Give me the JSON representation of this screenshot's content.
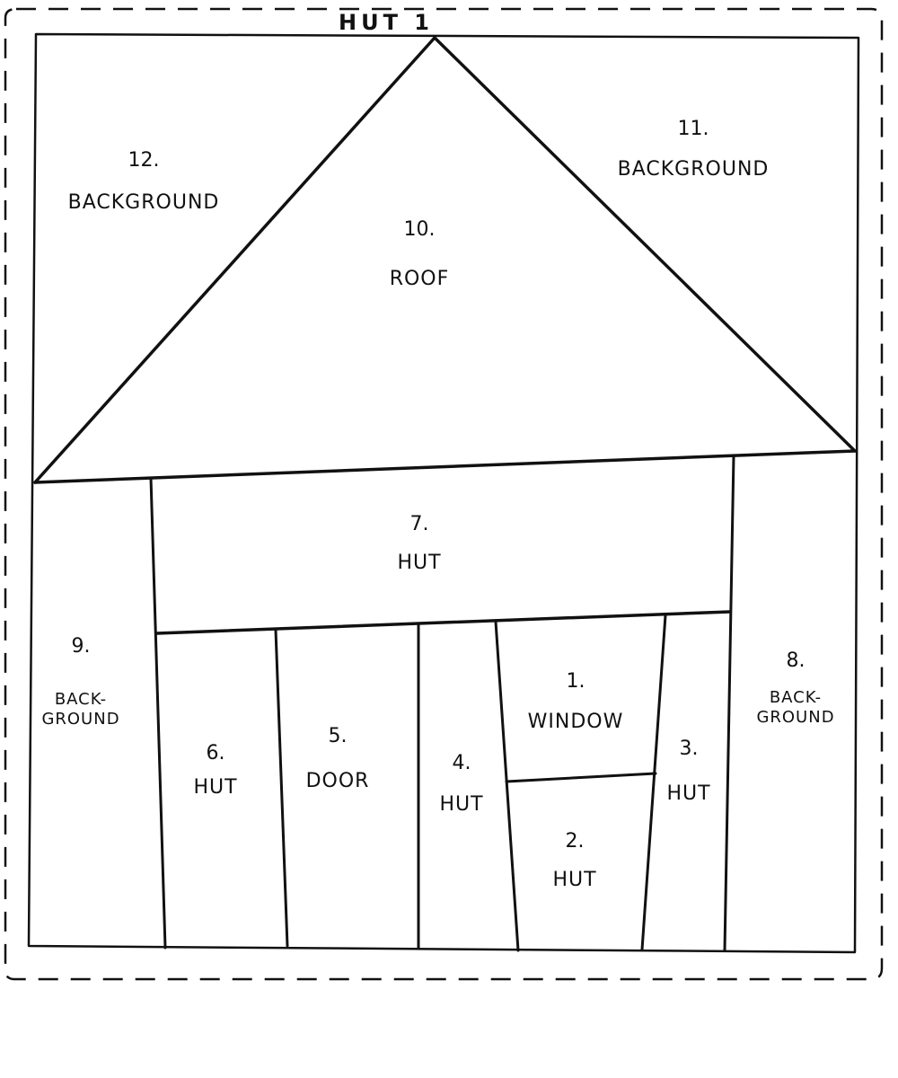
{
  "title": "HUT 1",
  "pieces": [
    {
      "id": "p1",
      "number": "1.",
      "lines": [
        "WINDOW"
      ]
    },
    {
      "id": "p2",
      "number": "2.",
      "lines": [
        "HUT"
      ]
    },
    {
      "id": "p3",
      "number": "3.",
      "lines": [
        "HUT"
      ]
    },
    {
      "id": "p4",
      "number": "4.",
      "lines": [
        "HUT"
      ]
    },
    {
      "id": "p5",
      "number": "5.",
      "lines": [
        "DOOR"
      ]
    },
    {
      "id": "p6",
      "number": "6.",
      "lines": [
        "HUT"
      ]
    },
    {
      "id": "p7",
      "number": "7.",
      "lines": [
        "HUT"
      ]
    },
    {
      "id": "p8",
      "number": "8.",
      "lines": [
        "BACK-",
        "GROUND"
      ]
    },
    {
      "id": "p9",
      "number": "9.",
      "lines": [
        "BACK-",
        "GROUND"
      ]
    },
    {
      "id": "p10",
      "number": "10.",
      "lines": [
        "ROOF"
      ]
    },
    {
      "id": "p11",
      "number": "11.",
      "lines": [
        "BACKGROUND"
      ]
    },
    {
      "id": "p12",
      "number": "12.",
      "lines": [
        "BACKGROUND"
      ]
    }
  ]
}
